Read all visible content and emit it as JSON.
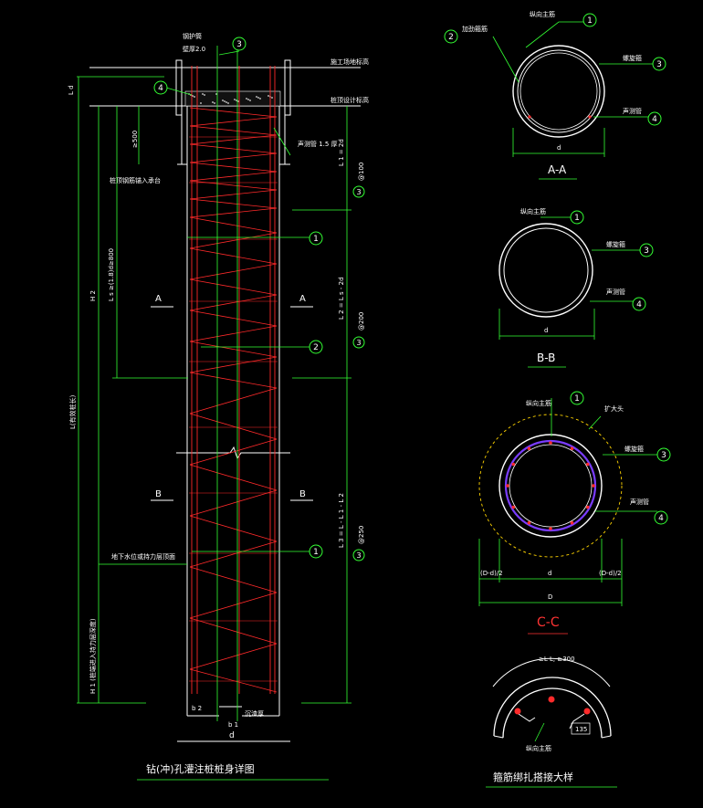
{
  "colors": {
    "background": "#000000",
    "outline": "#ffffff",
    "rebar": "#ff2a2a",
    "leader": "#33ff33",
    "section_c_title": "#ff3333",
    "hoop_ring": "#7a3cff",
    "expansion_ring": "#ffd400"
  },
  "elevation": {
    "title": "钻(冲)孔灌注桩桩身详图",
    "labels": {
      "casing": "钢护筒",
      "casing_spec": "壁厚2.0",
      "ground": "施工场地标高",
      "pile_top": "桩顶设计标高",
      "l_d": "L d",
      "dim_500": "≥500",
      "l1": "L 1 = 2d",
      "l2": "L 2 = L s - 2d",
      "l3": "L 3 = L - L 1 - L 2",
      "ls": "L s ≥(1.8)d≥800",
      "h2": "H 2",
      "l_total": "L(有效桩长)",
      "h1": "H 1 (桩端进入持力层深度)",
      "sound_pipe": "声测管 1.5 厚",
      "anchor": "桩顶钢筋锚入承台",
      "water": "地下水位或持力层顶面",
      "spiral_dense": "@100",
      "spiral_mid": "@200",
      "spiral_sparse": "@250",
      "a_left": "A",
      "a_right": "A",
      "b_left": "B",
      "b_right": "B",
      "d": "d",
      "b2": "b 2",
      "b1": "b 1",
      "sediment": "沉渣厚",
      "mark_1a": "1",
      "mark_1b": "1",
      "mark_2": "2",
      "mark_3": "3",
      "mark_3a": "3",
      "mark_3b": "3",
      "mark_3c": "3",
      "mark_4": "4"
    }
  },
  "section_aa": {
    "title": "A-A",
    "d": "d",
    "marks": [
      "1",
      "2",
      "3",
      "4"
    ],
    "labels": [
      "纵向主筋",
      "加劲箍筋",
      "螺旋箍",
      "声测管"
    ]
  },
  "section_bb": {
    "title": "B-B",
    "d": "d",
    "marks": [
      "1",
      "3",
      "4"
    ],
    "labels": [
      "纵向主筋",
      "螺旋箍",
      "声测管"
    ]
  },
  "section_cc": {
    "title": "C-C",
    "d": "d",
    "big_d": "D",
    "left_gap": "(D-d)/2",
    "right_gap": "(D-d)/2",
    "marks": [
      "1",
      "3",
      "4"
    ],
    "labels": [
      "纵向主筋",
      "扩大头",
      "螺旋箍",
      "声测管"
    ]
  },
  "hoop_detail": {
    "title": "箍筋绑扎搭接大样",
    "lap": "≥L L, ≥300",
    "hook": "135",
    "bar": "纵向主筋"
  }
}
